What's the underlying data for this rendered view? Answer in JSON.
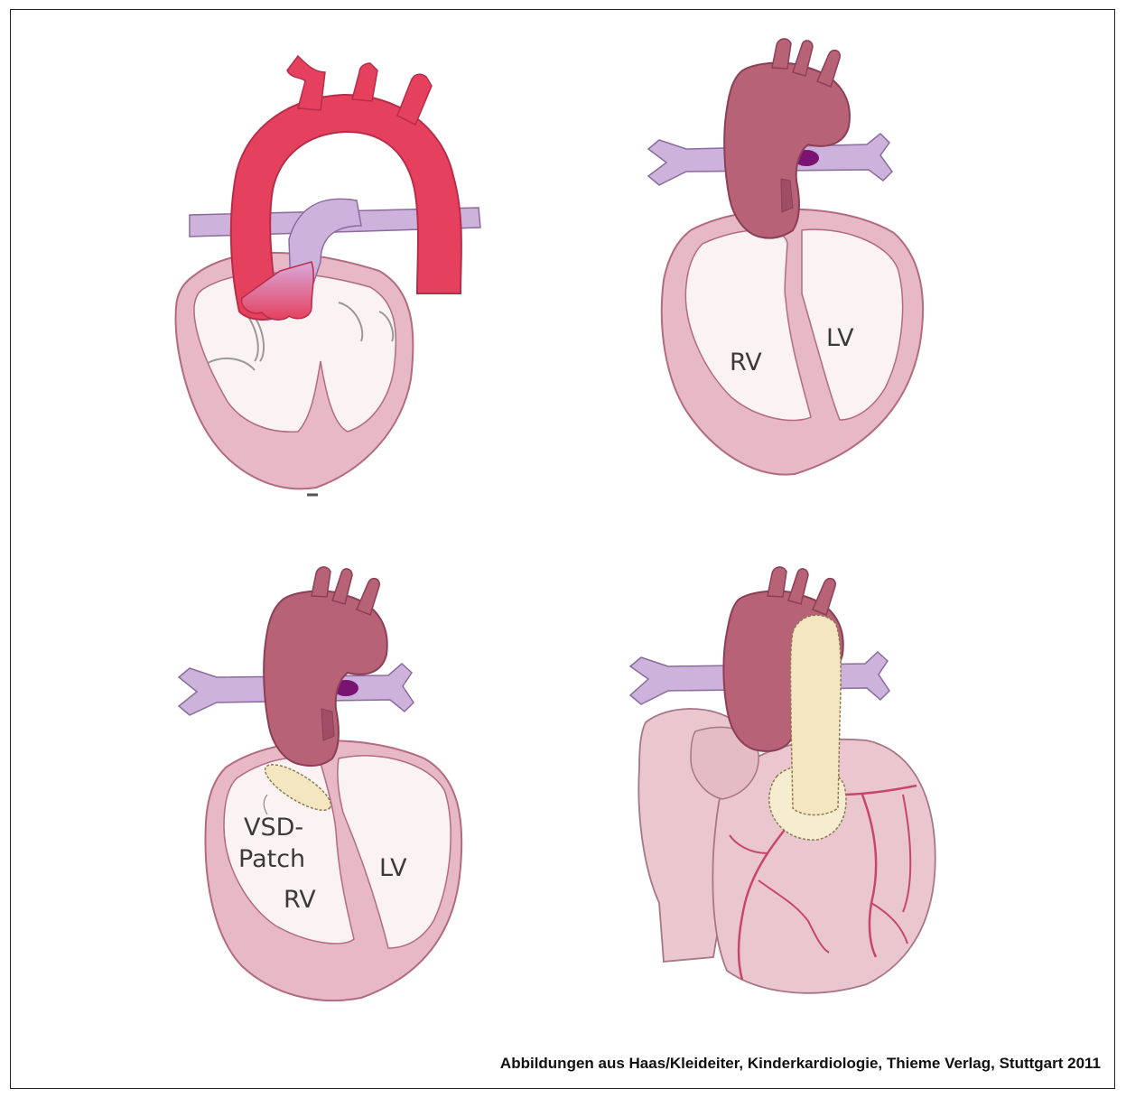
{
  "panels": {
    "top_right": {
      "rv_label": "RV",
      "lv_label": "LV"
    },
    "bottom_left": {
      "vsd_label_1": "VSD-",
      "vsd_label_2": "Patch",
      "rv_label": "RV",
      "lv_label": "LV"
    }
  },
  "caption": "Abbildungen aus Haas/Kleideiter, Kinderkardiologie, Thieme Verlag, Stuttgart 2011",
  "colors": {
    "aorta_bright": "#e5405e",
    "aorta_dusky": "#b76277",
    "pulmonary": "#cdb2dc",
    "heart_wall": "#e7b8c5",
    "heart_cavity": "#fbf2f4",
    "patch": "#f3e6c0",
    "vessel_lumen": "#7a1373",
    "coronary": "#c8466b"
  }
}
